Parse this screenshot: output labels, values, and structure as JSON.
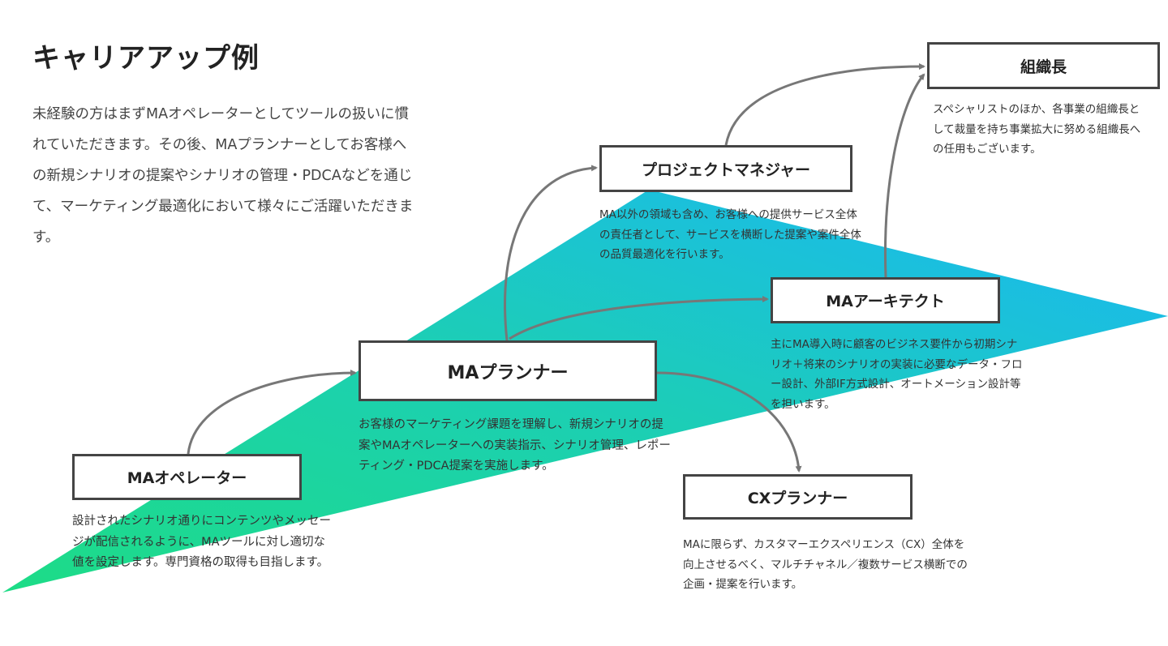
{
  "title": "キャリアアップ例",
  "intro": "未経験の方はまずMAオペレーターとしてツールの扱いに慣れていただきます。その後、MAプランナーとしてお客様への新規シナリオの提案やシナリオの管理・PDCAなどを通じて、マーケティング最適化において様々にご活躍いただきます。",
  "colors": {
    "gradient_start": "#1ddc86",
    "gradient_end": "#1ab6f7",
    "arrow": "#777777"
  },
  "roles": {
    "manager": {
      "label": "組織長",
      "desc": "スペシャリストのほか、各事業の組織長として裁量を持ち事業拡大に努める組織長への任用もございます。"
    },
    "pm": {
      "label": "プロジェクトマネジャー",
      "desc": "MA以外の領域も含め、お客様への提供サービス全体の責任者として、サービスを横断した提案や案件全体の品質最適化を行います。"
    },
    "architect": {
      "label": "MAアーキテクト",
      "desc": "主にMA導入時に顧客のビジネス要件から初期シナリオ＋将来のシナリオの実装に必要なデータ・フロー設計、外部IF方式設計、オートメーション設計等を担います。"
    },
    "planner": {
      "label": "MAプランナー",
      "desc": "お客様のマーケティング課題を理解し、新規シナリオの提案やMAオペレーターへの実装指示、シナリオ管理、レポーティング・PDCA提案を実施します。"
    },
    "operator": {
      "label": "MAオペレーター",
      "desc": "設計されたシナリオ通りにコンテンツやメッセージが配信されるように、MAツールに対し適切な値を設定します。専門資格の取得も目指します。"
    },
    "cx": {
      "label": "CXプランナー",
      "desc": "MAに限らず、カスタマーエクスペリエンス（CX）全体を向上させるべく、マルチチャネル／複数サービス横断での企画・提案を行います。"
    }
  }
}
